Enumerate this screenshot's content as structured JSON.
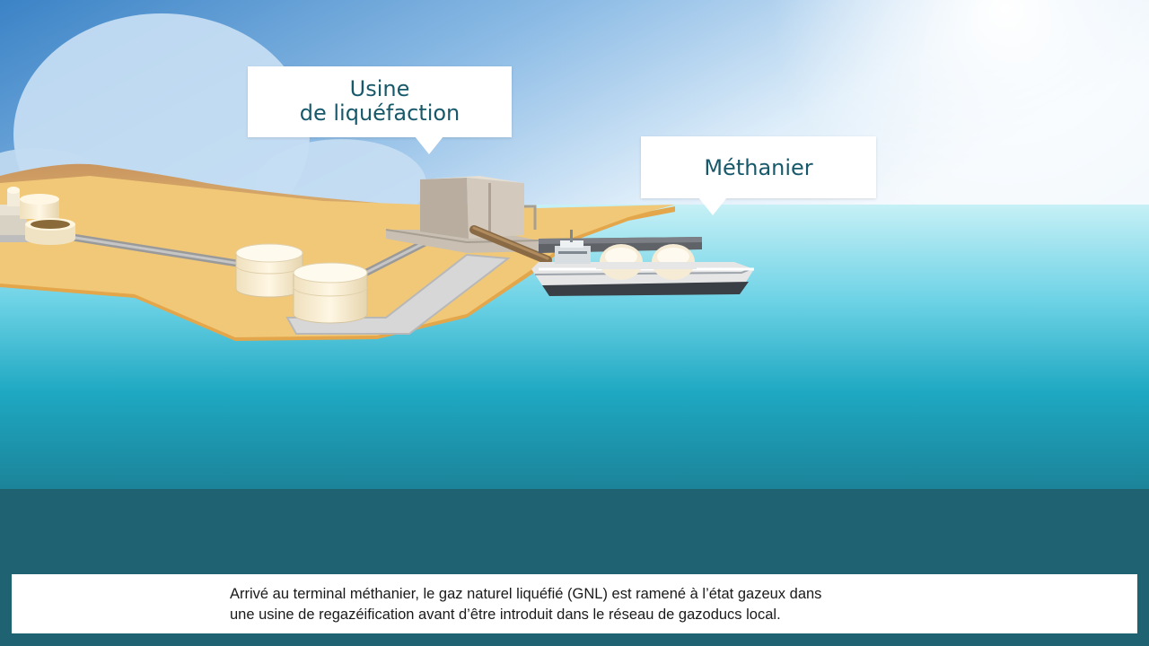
{
  "labels": {
    "plant": [
      "Usine",
      "de liquéfaction"
    ],
    "tanker": "Méthanier"
  },
  "caption": {
    "lines": [
      "Arrivé au terminal méthanier, le gaz naturel liquéfié (GNL) est ramené à l’état gazeux dans",
      "une usine de regazéification avant d’être introduit dans le réseau de gazoducs local."
    ]
  },
  "colors": {
    "sky_top": "#3d86c9",
    "sky_light": "#eaf3fb",
    "sea_light": "#bfeef5",
    "sea_mid": "#1aa9c2",
    "sea_deep": "#1f6272",
    "sand": "#f1c877",
    "label_text": "#17596a"
  }
}
